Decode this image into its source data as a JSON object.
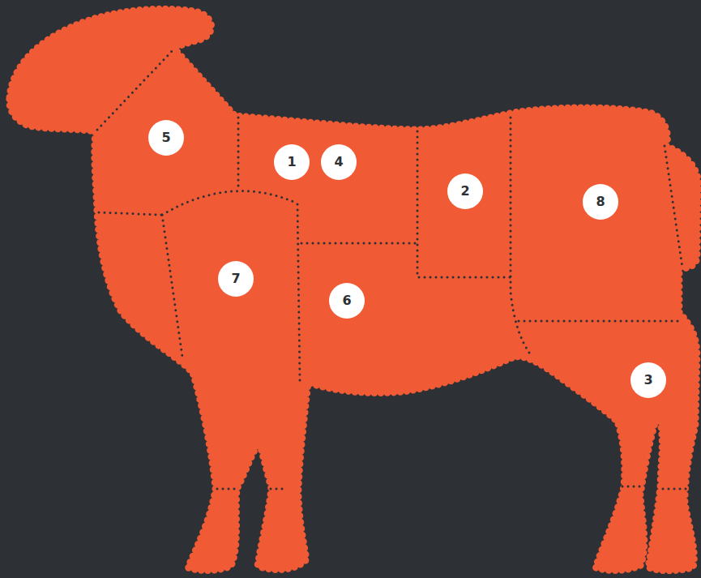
{
  "diagram": {
    "labels": [
      "5",
      "1",
      "4",
      "2",
      "8",
      "7",
      "6",
      "3"
    ]
  }
}
